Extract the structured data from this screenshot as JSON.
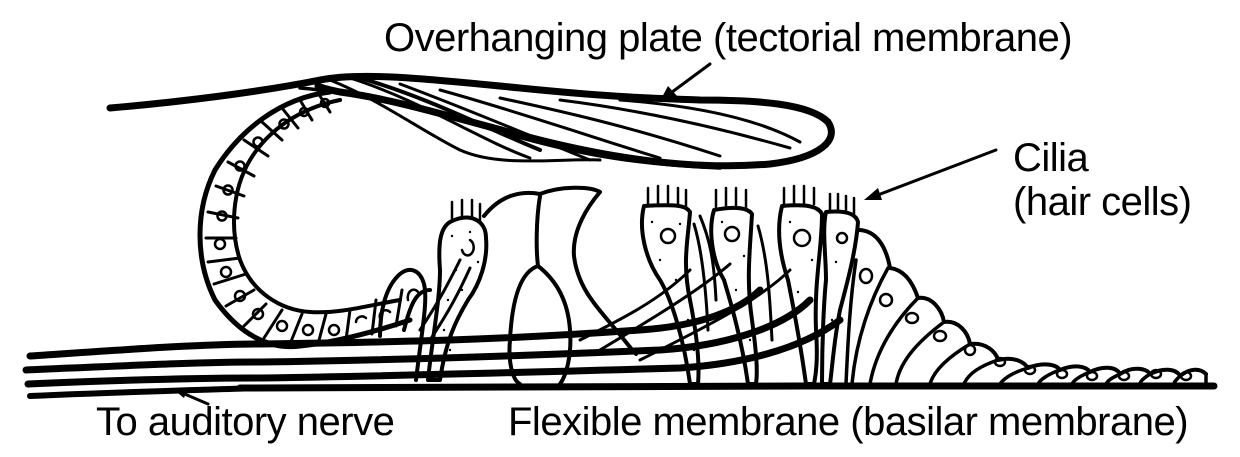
{
  "diagram": {
    "subject": "Cross-section of the organ of Corti (cochlea)",
    "colors": {
      "ink": "#000000",
      "background": "#ffffff"
    },
    "labels": {
      "tectorial": "Overhanging plate (tectorial membrane)",
      "cilia_line1": "Cilia",
      "cilia_line2": "(hair cells)",
      "nerve": "To auditory nerve",
      "basilar": "Flexible membrane (basilar membrane)"
    },
    "arrows": [
      {
        "name": "tectorial-arrow",
        "points_to": "tectorial membrane"
      },
      {
        "name": "cilia-arrow",
        "points_to": "hair cell cilia"
      },
      {
        "name": "nerve-arrow",
        "points_to": "auditory nerve fibers"
      }
    ],
    "structures": [
      "tectorial membrane",
      "inner sulcus cells (curled epithelium)",
      "inner hair cell",
      "pillar cells (tunnel of Corti)",
      "outer hair cells (3 rows)",
      "supporting cells (Hensen/Claudius)",
      "nerve fibers",
      "basilar membrane"
    ]
  }
}
